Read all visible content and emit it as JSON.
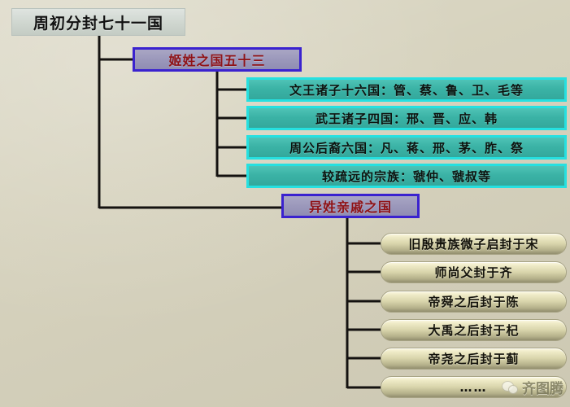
{
  "diagram": {
    "root": {
      "label": "周初分封七十一国"
    },
    "branches": [
      {
        "id": "ji-surname-states",
        "label": "姬姓之国五十三",
        "style": "purple",
        "children": [
          {
            "label": "文王诸子十六国：管、蔡、鲁、卫、毛等",
            "style": "teal"
          },
          {
            "label": "武王诸子四国：邢、晋、应、韩",
            "style": "teal"
          },
          {
            "label": "周公后裔六国：凡、蒋、邢、茅、胙、祭",
            "style": "teal"
          },
          {
            "label": "较疏远的宗族：虢仲、虢叔等",
            "style": "teal"
          }
        ]
      },
      {
        "id": "different-surname-relative-states",
        "label": "异姓亲戚之国",
        "style": "purple",
        "children": [
          {
            "label": "旧殷贵族微子启封于宋",
            "style": "capsule"
          },
          {
            "label": "师尚父封于齐",
            "style": "capsule"
          },
          {
            "label": "帝舜之后封于陈",
            "style": "capsule"
          },
          {
            "label": "大禹之后封于杞",
            "style": "capsule"
          },
          {
            "label": "帝尧之后封于蓟",
            "style": "capsule"
          },
          {
            "label": "……",
            "style": "capsule"
          }
        ]
      }
    ]
  },
  "watermark": {
    "text": "齐图腾",
    "icon": "wechat-icon"
  },
  "colors": {
    "background": "#d6d2bd",
    "root_fill": "#cfd6cf",
    "purple_fill": "#9b98bb",
    "purple_border": "#3a22cf",
    "purple_text": "#8f1216",
    "teal_fill": "#3bb3a6",
    "teal_border": "#26e0e0",
    "capsule_fill_light": "#f7f3dc",
    "capsule_fill_dark": "#918d6d",
    "connector_line": "#141210"
  }
}
